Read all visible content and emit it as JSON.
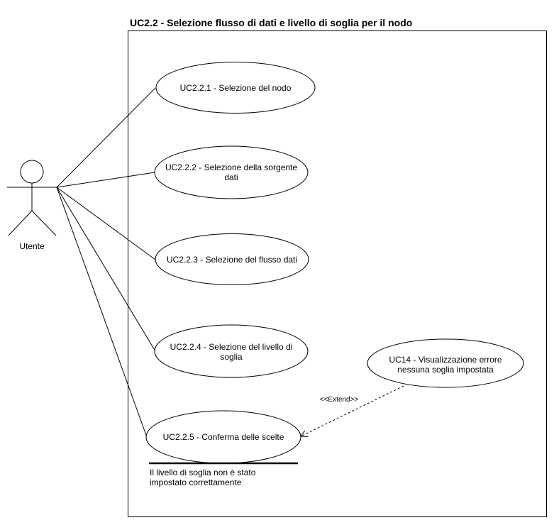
{
  "diagram": {
    "title": "UC2.2 - Selezione flusso di dati e livello di soglia per il nodo",
    "actor": {
      "label": "Utente"
    },
    "use_cases": [
      {
        "id": "uc221",
        "lines": [
          "UC2.2.1 - Selezione del nodo"
        ]
      },
      {
        "id": "uc222",
        "lines": [
          "UC2.2.2 - Selezione della sorgente",
          "dati"
        ]
      },
      {
        "id": "uc223",
        "lines": [
          "UC2.2.3 - Selezione del flusso dati"
        ]
      },
      {
        "id": "uc224",
        "lines": [
          "UC2.2.4 - Selezione del livello di",
          "soglia"
        ]
      },
      {
        "id": "uc225",
        "lines": [
          "UC2.2.5 - Conferma delle scelte"
        ]
      }
    ],
    "external_use_case": {
      "id": "uc14",
      "lines": [
        "UC14 - Visualizzazione errore",
        "nessuna soglia impostata"
      ]
    },
    "extend_label": "<<Extend>>",
    "condition_note": [
      "Il livello di soglia non è stato",
      "impostato correttamente"
    ]
  }
}
